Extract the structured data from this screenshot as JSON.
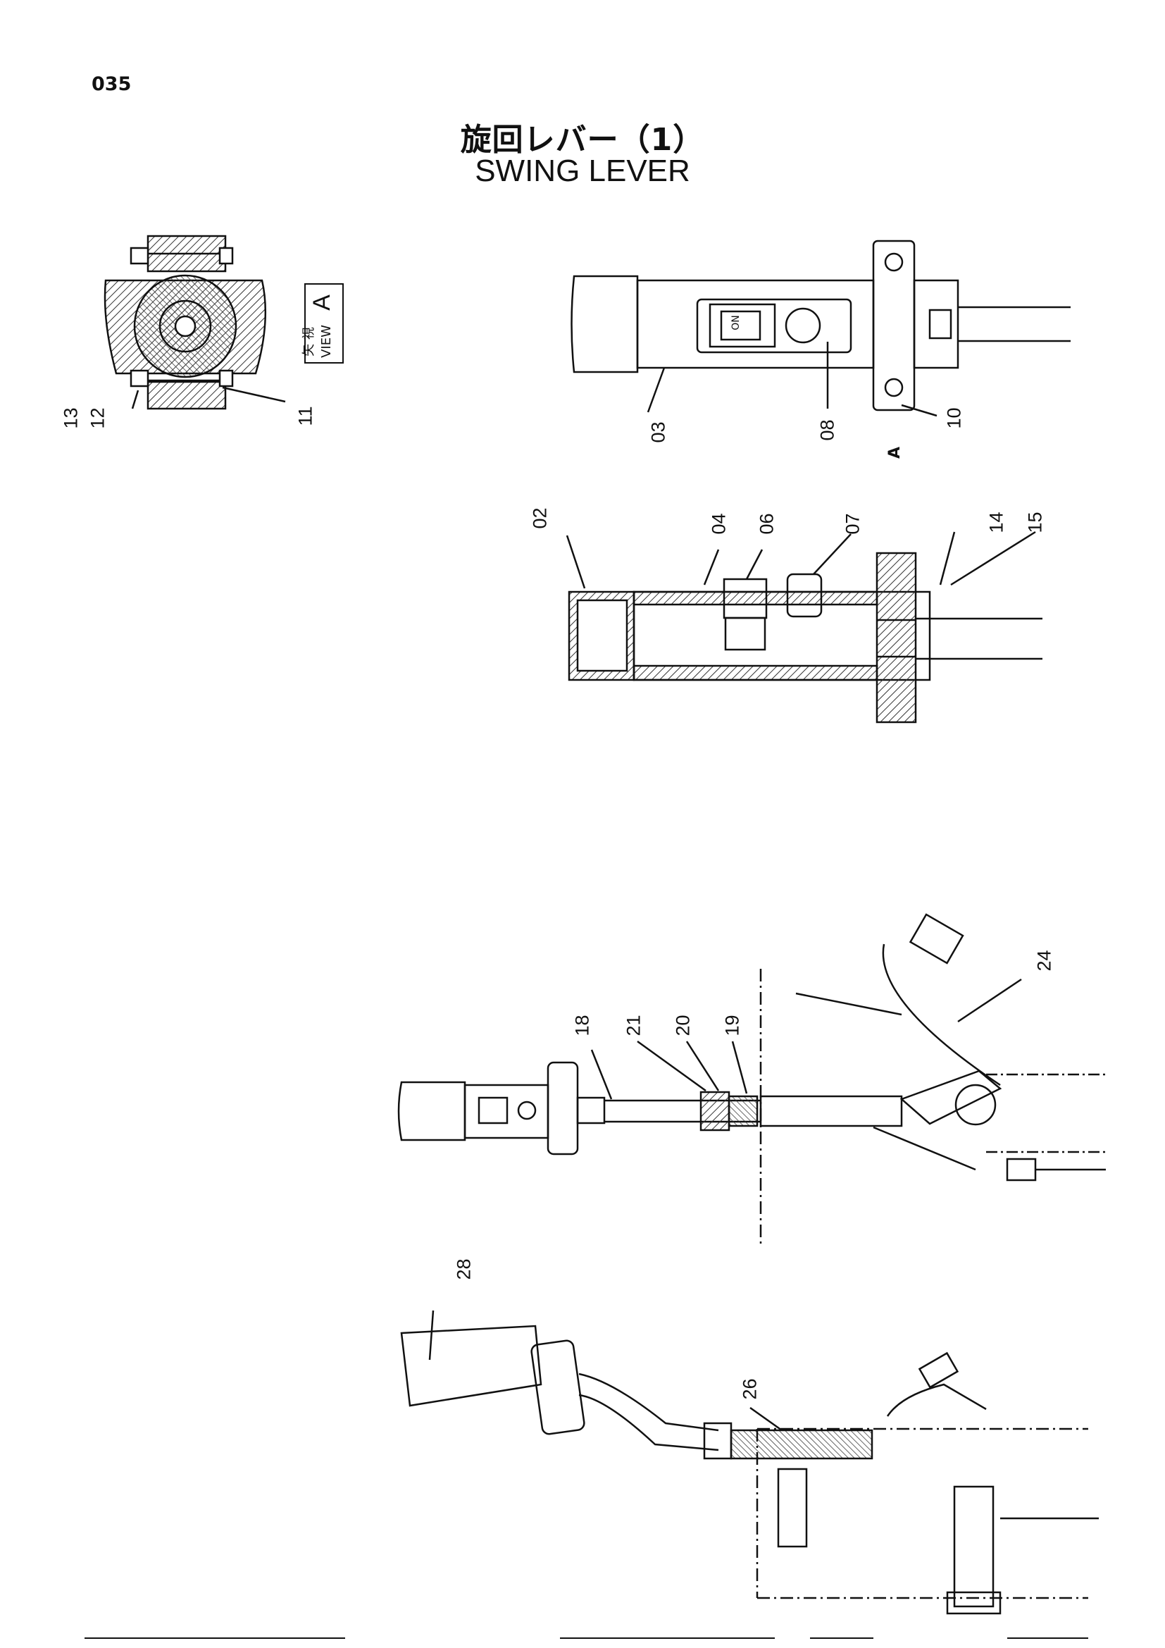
{
  "page_number": "035",
  "title_jp": "旋回レバー（1）",
  "title_en": "SWING LEVER",
  "view_label": {
    "jp": "矢 視",
    "en": "VIEW",
    "letter": "A"
  },
  "view_arrow_letter": "A",
  "switch_label": "ON",
  "callouts": [
    "13",
    "12",
    "11",
    "03",
    "08",
    "10",
    "02",
    "04",
    "06",
    "07",
    "14",
    "15",
    "18",
    "21",
    "20",
    "19",
    "24",
    "28",
    "26"
  ],
  "colors": {
    "line": "#111111",
    "hatch": "#333333",
    "background": "#ffffff"
  }
}
